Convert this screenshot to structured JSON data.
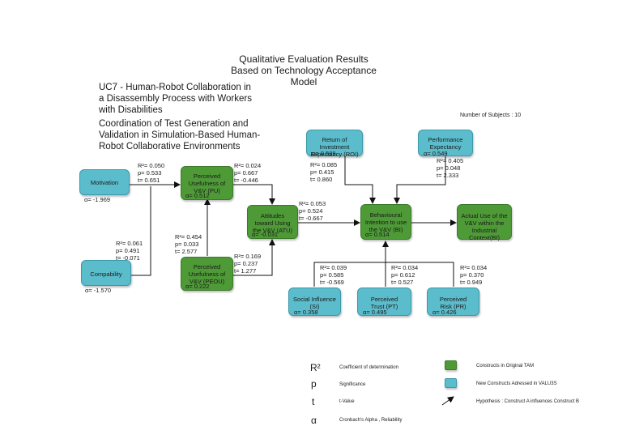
{
  "title": {
    "line1": "Qualitative Evaluation Results",
    "line2": "Based on Technology Acceptance",
    "line3": "Model"
  },
  "usecase": {
    "line1": "UC7 - Human-Robot Collaboration in",
    "line2": "a Disassembly Process with Workers",
    "line3": "with Disabilities",
    "line4": "Coordination of Test Generation and",
    "line5": "Validation in Simulation-Based Human-",
    "line6": "Robot Collaborative Environments"
  },
  "subjects": "Number of Subjects :  10",
  "constructs": {
    "motivation": {
      "name": "Motivation",
      "alpha": "α= -1.969"
    },
    "compability": {
      "name": "Compability",
      "alpha": "α= -1.570"
    },
    "pu": {
      "name": "Perceived Usefulness of V&V (PU)",
      "alpha": "α= 0.512"
    },
    "peou": {
      "name": "Perceived Usefulness of V&V (PEOU)",
      "alpha": "α= 0.222"
    },
    "atu": {
      "name": "Attitudes toward Using the V&V (ATU)",
      "alpha": "α= -0.031"
    },
    "bi": {
      "name": "Behavioural Intention to use the V&V (BI)",
      "alpha": "α= 0.514"
    },
    "actual": {
      "name": "Actual Use of the V&V within the Industrial Context(BI)",
      "alpha": ""
    },
    "roi": {
      "name": "Return of Investment Expectancy (ROI)",
      "alpha": "α= 0.589"
    },
    "pe": {
      "name": "Performance Expectancy",
      "alpha": "α= 0.549"
    },
    "si": {
      "name": "Social Influence (SI)",
      "alpha": "α= 0.358"
    },
    "pt": {
      "name": "Perceived Trust (PT)",
      "alpha": "α= 0.495"
    },
    "pr": {
      "name": "Perceived Risk (PR)",
      "alpha": "α= 0.426"
    }
  },
  "stats": {
    "mot_pu": {
      "r2": "R²= 0.050",
      "p": "p= 0.533",
      "t": "t= 0.651"
    },
    "comp_pu": {
      "r2": "R²= 0.061",
      "p": "p= 0.491",
      "t": "t= -0.071"
    },
    "pu_atu": {
      "r2": "R²= 0.024",
      "p": "p= 0.667",
      "t": "t= -0.446"
    },
    "peou_pu": {
      "r2": "R²= 0.454",
      "p": "p= 0.033",
      "t": "t= 2.577"
    },
    "peou_atu": {
      "r2": "R²= 0.169",
      "p": "p= 0.237",
      "t": "t= 1.277"
    },
    "atu_bi": {
      "r2": "R²= 0.053",
      "p": "p= 0.524",
      "t": "t= -0.667"
    },
    "roi_bi": {
      "r2": "R²= 0.085",
      "p": "p= 0.415",
      "t": "t= 0.860"
    },
    "pe_bi": {
      "r2": "R²= 0.405",
      "p": "p= 0.048",
      "t": "t= 2.333"
    },
    "si_bi": {
      "r2": "R²= 0.039",
      "p": "p= 0.585",
      "t": "t= -0.569"
    },
    "pt_bi": {
      "r2": "R²= 0.034",
      "p": "p= 0.612",
      "t": "t= 0.527"
    },
    "pr_bi": {
      "r2": "R²= 0.034",
      "p": "p= 0.370",
      "t": "t= 0.949"
    }
  },
  "legend": {
    "r2_symbol": "R²",
    "r2_text": "Coefficient of determination",
    "p_symbol": "p",
    "p_text": "Significance",
    "t_symbol": "t",
    "t_text": "t-Value",
    "a_symbol": "α",
    "a_text": "Cronbach's Alpha , Reliability",
    "green_text": "Constructs in Original TAM",
    "blue_text": "New Constructs Adressed in VALU3S",
    "arrow_text": "Hypothesis : Construct A influences Construct B"
  },
  "colors": {
    "tam_green": "#4e9a37",
    "new_blue": "#5bbccc"
  }
}
